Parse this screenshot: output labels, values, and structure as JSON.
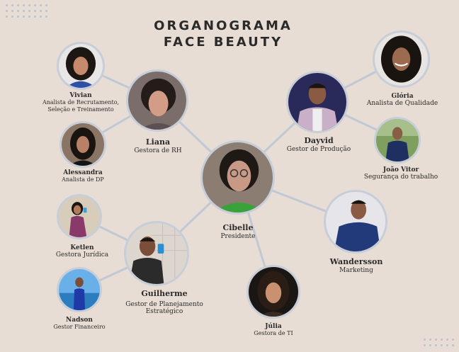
{
  "title_line1": "ORGANOGRAMA",
  "title_line2": "FACE BEAUTY",
  "colors": {
    "background": "#e8ddd4",
    "connector": "#c0c8d6",
    "ring": "#c7ced8",
    "text": "#2b2b2b"
  },
  "members": {
    "vivian": {
      "name": "Vivian",
      "role": "Analista de Recrutamento, Seleção e Treinamento"
    },
    "liana": {
      "name": "Liana",
      "role": "Gestora de  RH"
    },
    "alessandra": {
      "name": "Alessandra",
      "role": "Analista de DP"
    },
    "cibelle": {
      "name": "Cibelle",
      "role": "Presidente"
    },
    "dayvid": {
      "name": "Dayvid",
      "role": "Gestor de Produção"
    },
    "gloria": {
      "name": "Glória",
      "role": "Analista de Qualidade"
    },
    "joao": {
      "name": "João Vitor",
      "role": "Segurança do trabalho"
    },
    "wandersson": {
      "name": "Wandersson",
      "role": "Marketing"
    },
    "ketlen": {
      "name": "Ketlen",
      "role": "Gestora Jurídica"
    },
    "guilherme": {
      "name": "Guilherme",
      "role": "Gestor de Planejamento Estratégico"
    },
    "nadson": {
      "name": "Nadson",
      "role": "Gestor Financeiro"
    },
    "julia": {
      "name": "Júlia",
      "role": "Gestora de TI"
    }
  }
}
